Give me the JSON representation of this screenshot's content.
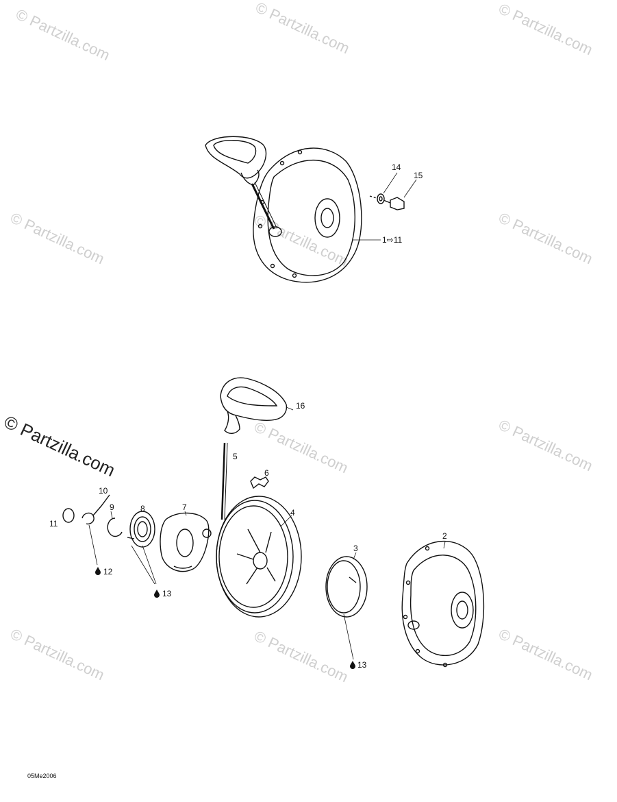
{
  "watermark": {
    "text": "© Partzilla.com",
    "color": "#cfcfcf",
    "main_color": "#222222"
  },
  "callouts": {
    "p1": "1⇨11",
    "p2": "2",
    "p3": "3",
    "p4": "4",
    "p5": "5",
    "p6": "6",
    "p7": "7",
    "p8": "8",
    "p9": "9",
    "p10": "10",
    "p11": "11",
    "p12": "12",
    "p13a": "13",
    "p13b": "13",
    "p14": "14",
    "p15": "15",
    "p16": "16"
  },
  "lubricant_icon": "oil-drop-icon",
  "diagram_code": "05Me2006"
}
